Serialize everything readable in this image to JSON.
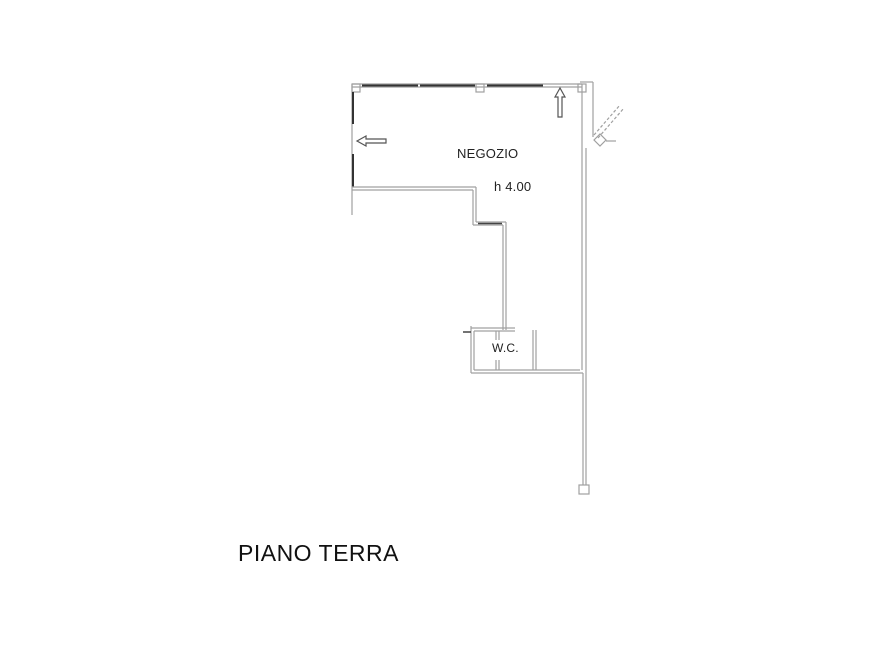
{
  "drawing": {
    "title": "PIANO TERRA",
    "rooms": [
      {
        "name": "NEGOZIO",
        "height_label": "h 4.00"
      },
      {
        "name": "W.C."
      }
    ],
    "colors": {
      "wall_line": "#9a9a9a",
      "window_line": "#333333",
      "text": "#222222",
      "background": "#ffffff"
    }
  }
}
